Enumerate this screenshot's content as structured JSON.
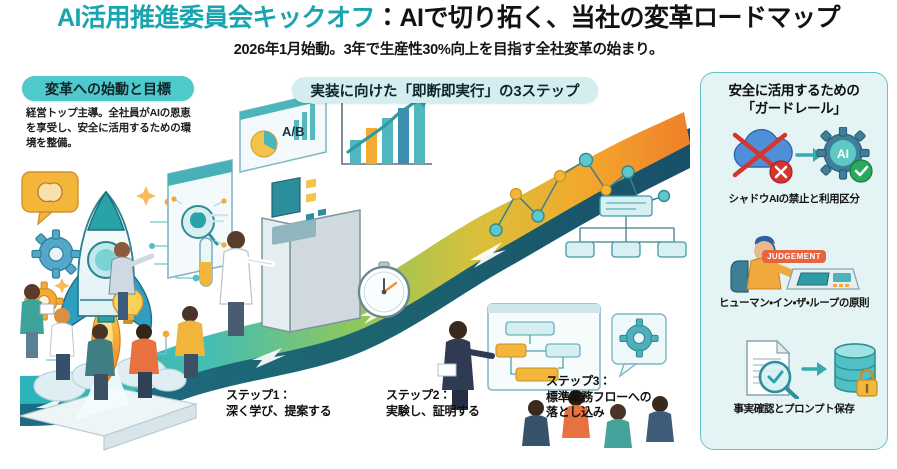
{
  "header": {
    "title_teal": "AI活用推進委員会キックオフ",
    "title_dark": "：AIで切り拓く、当社の変革ロードマップ",
    "subtitle": "2026年1月始動。3年で生産性30%向上を目指す全社変革の始まり。"
  },
  "left_section": {
    "badge": "変革への始動と目標",
    "body": "経営トップ主導。全社員がAIの恩恵を享受し、安全に活用するための環境を整備。"
  },
  "middle_section": {
    "badge": "実装に向けた「即断即実行」の3ステップ",
    "steps": [
      {
        "number": "ステップ1：",
        "label": "深く学び、提案する"
      },
      {
        "number": "ステップ2：",
        "label": "実験し、証明する"
      },
      {
        "number": "ステップ3：",
        "label": "標準業務フローへの\n落とし込み"
      }
    ]
  },
  "guardrails": {
    "title": "安全に活用するための\n「ガードレール」",
    "items": [
      {
        "label": "シャドウAIの禁止と利用区分",
        "icon": "shadow-ai-blocked-icon",
        "ai_chip": "AI"
      },
      {
        "label": "ヒューマン・イン・ザ・ループの原則",
        "icon": "human-in-the-loop-icon",
        "badge": "JUDGEMENT"
      },
      {
        "label": "事実確認とプロンプト保存",
        "icon": "fact-check-storage-icon"
      }
    ]
  },
  "scene": {
    "rocket": "rocket-icon",
    "gear_blue": "gear-icon",
    "gear_orange": "gear-icon",
    "brain_bubble": "brain-speech-bubble-icon",
    "magnifier": "magnifier-icon",
    "lightbulb": "lightbulb-icon",
    "ab_test": "A/B",
    "stopwatch": "stopwatch-icon",
    "test_tube": "test-tube-icon",
    "bar_chart": "bar-chart-up-icon",
    "flowchart": "flowchart-icon",
    "node_network": "node-network-icon"
  },
  "colors": {
    "teal": "#18a5b0",
    "aqua": "#4fc9cb",
    "panel_bg": "#e4f4f5",
    "panel_border": "#63c3cc",
    "road_start": "#2fb3b8",
    "road_mid": "#9ec84f",
    "road_end": "#f0a024",
    "orange": "#e8633f",
    "dark_navy": "#1d5a72"
  }
}
